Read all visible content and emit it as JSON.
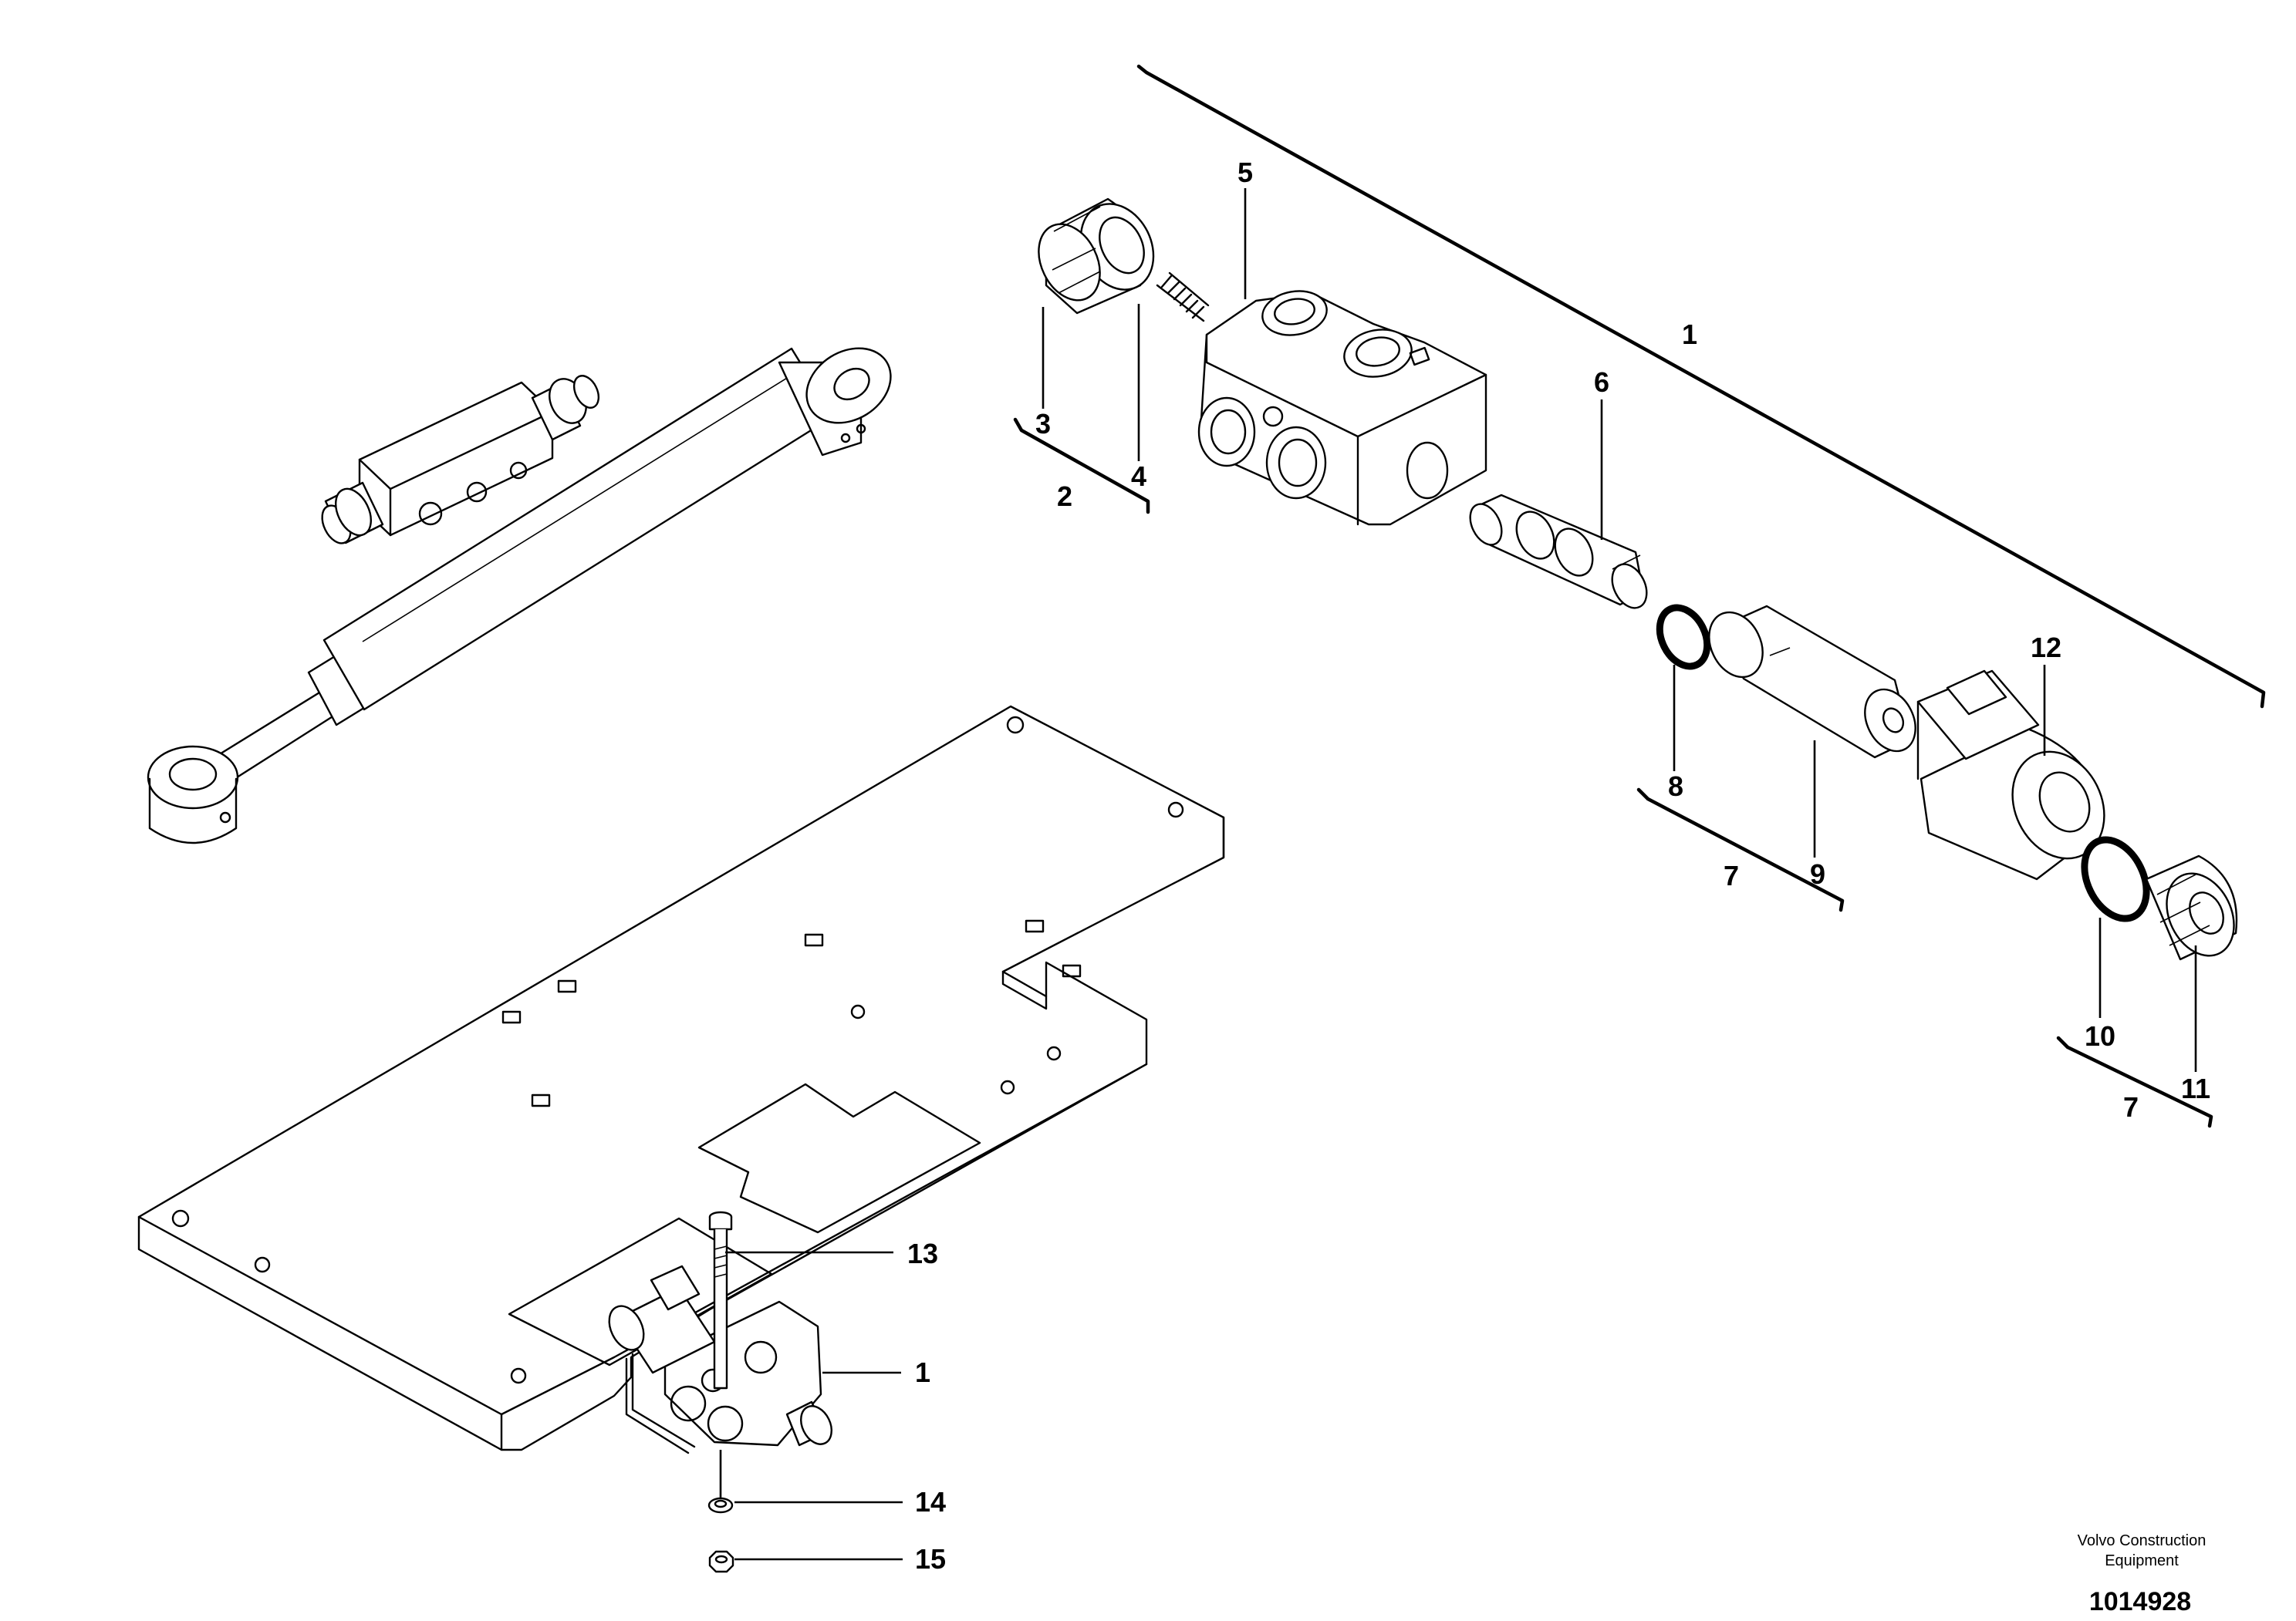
{
  "drawing": {
    "callouts": [
      {
        "id": "c1",
        "text": "1"
      },
      {
        "id": "c2",
        "text": "2"
      },
      {
        "id": "c3",
        "text": "3"
      },
      {
        "id": "c4",
        "text": "4"
      },
      {
        "id": "c5",
        "text": "5"
      },
      {
        "id": "c6",
        "text": "6"
      },
      {
        "id": "c7a",
        "text": "7"
      },
      {
        "id": "c7b",
        "text": "7"
      },
      {
        "id": "c8",
        "text": "8"
      },
      {
        "id": "c9",
        "text": "9"
      },
      {
        "id": "c10",
        "text": "10"
      },
      {
        "id": "c11",
        "text": "11"
      },
      {
        "id": "c12",
        "text": "12"
      },
      {
        "id": "c13",
        "text": "13"
      },
      {
        "id": "c1b",
        "text": "1"
      },
      {
        "id": "c14",
        "text": "14"
      },
      {
        "id": "c15",
        "text": "15"
      }
    ],
    "publisher_line1": "Volvo Construction",
    "publisher_line2": "Equipment",
    "drawing_number": "1014928"
  }
}
